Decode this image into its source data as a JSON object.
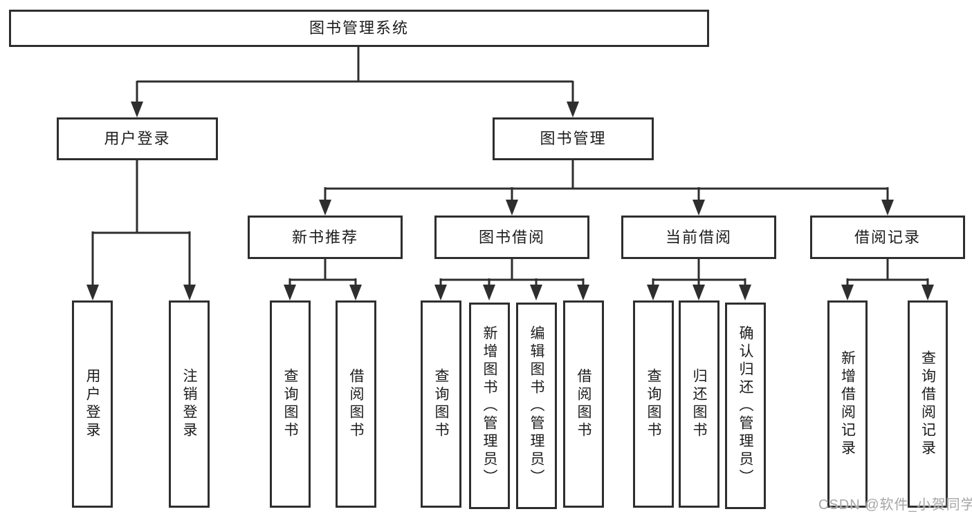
{
  "colors": {
    "line": "#2e2e2e",
    "box_border": "#2e2e2e",
    "box_fill": "#ffffff",
    "text": "#1c1c1c",
    "watermark_text": "#a6a6a6",
    "background": "#ffffff"
  },
  "watermark": {
    "label": "CSDN @软件_小贺同学"
  },
  "tree": {
    "root": {
      "label": "图书管理系统"
    },
    "children": [
      {
        "label": "用户登录",
        "children": [
          {
            "label": "用户登录"
          },
          {
            "label": "注销登录"
          }
        ]
      },
      {
        "label": "图书管理",
        "children": [
          {
            "label": "新书推荐",
            "children": [
              {
                "label": "查询图书"
              },
              {
                "label": "借阅图书"
              }
            ]
          },
          {
            "label": "图书借阅",
            "children": [
              {
                "label": "查询图书"
              },
              {
                "label": "新增图书（管理员）"
              },
              {
                "label": "编辑图书（管理员）"
              },
              {
                "label": "借阅图书"
              }
            ]
          },
          {
            "label": "当前借阅",
            "children": [
              {
                "label": "查询图书"
              },
              {
                "label": "归还图书"
              },
              {
                "label": "确认归还（管理员）"
              }
            ]
          },
          {
            "label": "借阅记录",
            "children": [
              {
                "label": "新增借阅记录"
              },
              {
                "label": "查询借阅记录"
              }
            ]
          }
        ]
      }
    ]
  }
}
